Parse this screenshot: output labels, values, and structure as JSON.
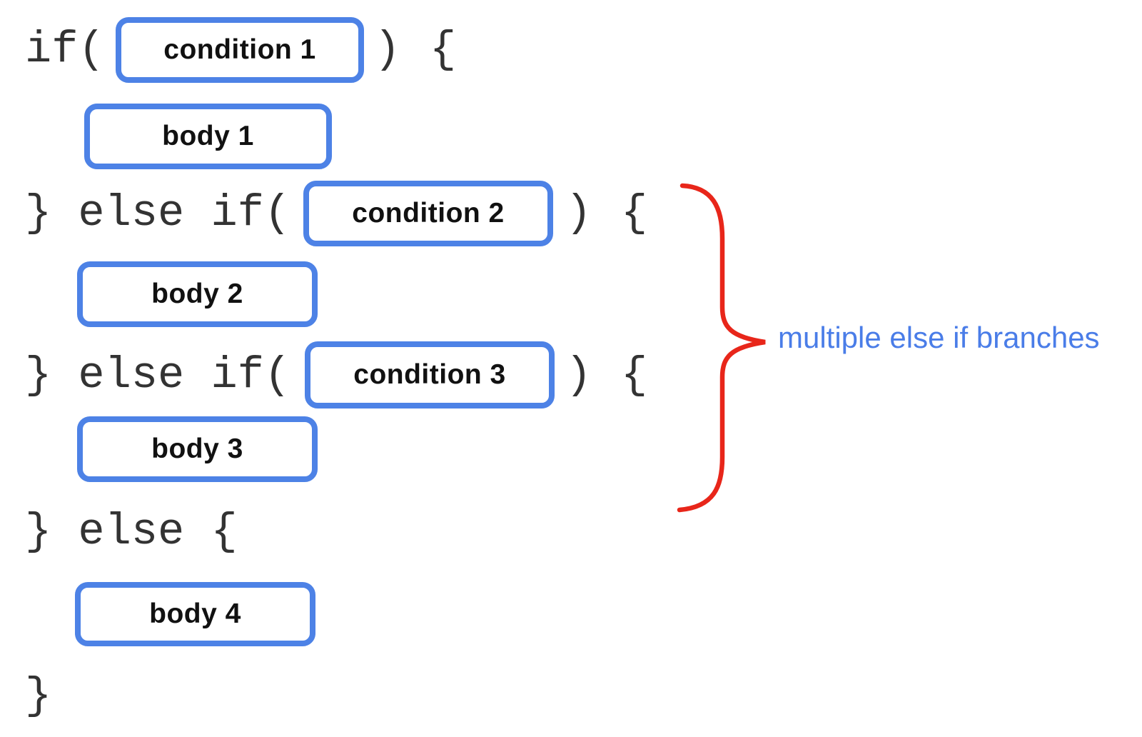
{
  "colors": {
    "background": "#ffffff",
    "box_border": "#4d82e6",
    "box_fill": "#ffffff",
    "label_text": "#111111",
    "code_text": "#333333",
    "brace": "#e8261a",
    "annotation_text": "#4a7de8"
  },
  "code": {
    "if_open": "if(",
    "close_paren": ")",
    "open_brace": "{",
    "else_if_open": "} else if(",
    "else_open": "} else {",
    "final_close_brace": "}"
  },
  "boxes": {
    "condition1": "condition 1",
    "condition2": "condition 2",
    "condition3": "condition 3",
    "body1": "body 1",
    "body2": "body 2",
    "body3": "body 3",
    "body4": "body 4"
  },
  "annotation": "multiple else if branches"
}
